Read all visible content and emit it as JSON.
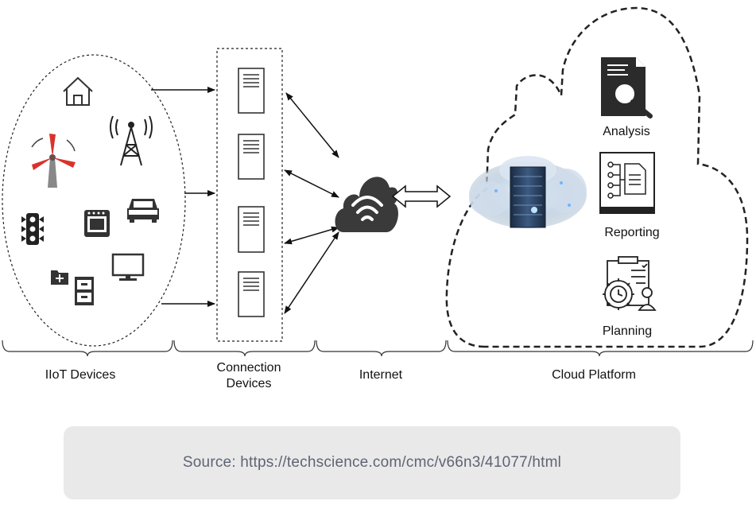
{
  "sections": {
    "iiot_devices": "IIoT Devices",
    "connection_devices_line1": "Connection",
    "connection_devices_line2": "Devices",
    "internet": "Internet",
    "cloud_platform": "Cloud Platform"
  },
  "cloud_services": {
    "analysis": "Analysis",
    "reporting": "Reporting",
    "planning": "Planning"
  },
  "source": {
    "text": "Source: https://techscience.com/cmc/v66n3/41077/html"
  },
  "icons": {
    "iiot": [
      "house-icon",
      "wind-turbine-icon",
      "radio-tower-icon",
      "traffic-light-icon",
      "oven-icon",
      "car-icon",
      "monitor-icon",
      "filing-cabinet-icon"
    ],
    "connection": [
      "server-icon",
      "server-icon",
      "server-icon",
      "server-icon"
    ],
    "internet": "wifi-cloud-icon",
    "cloud": [
      "data-center-icon",
      "analysis-icon",
      "reporting-icon",
      "planning-icon"
    ]
  }
}
